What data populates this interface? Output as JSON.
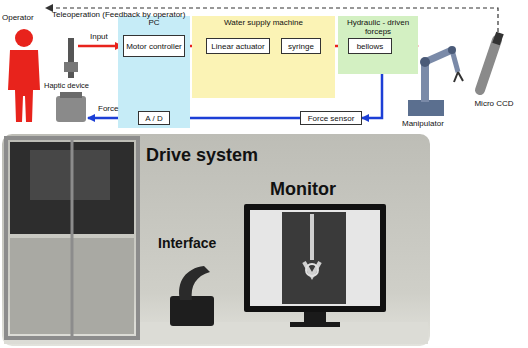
{
  "diagram": {
    "nodes": [
      {
        "text": [
          "PC"
        ]
      },
      {
        "text": [
          "Motor controller"
        ],
        "in": 0
      },
      {
        "text": [
          "A / D"
        ],
        "in": 0
      },
      {
        "text": [
          "Water supply machine"
        ]
      },
      {
        "text": [
          "Linear actuator"
        ],
        "in": 3
      },
      {
        "text": [
          "syringe"
        ],
        "in": 3
      },
      {
        "text": [
          "Hydraulic - driven forceps"
        ]
      },
      {
        "text": [
          "bellows"
        ],
        "in": 6
      },
      {
        "text": [
          "Force sensor"
        ]
      }
    ],
    "edges": [
      {
        "from": 1,
        "to": 4,
        "arrow": "to"
      },
      {
        "from": 4,
        "to": 5,
        "arrow": "to"
      },
      {
        "from": 5,
        "to": 7,
        "arrow": "to"
      },
      {
        "from": 7,
        "to": 8,
        "arrow": "to"
      },
      {
        "from": 8,
        "to": 2,
        "arrow": "to"
      }
    ],
    "labels": [
      "Teleoperation (Feedback by operator)",
      "Operator",
      "Input",
      "Haptic device",
      "Force",
      "Manipulator",
      "Micro CCD",
      "Drive system",
      "Interface",
      "Monitor"
    ]
  }
}
